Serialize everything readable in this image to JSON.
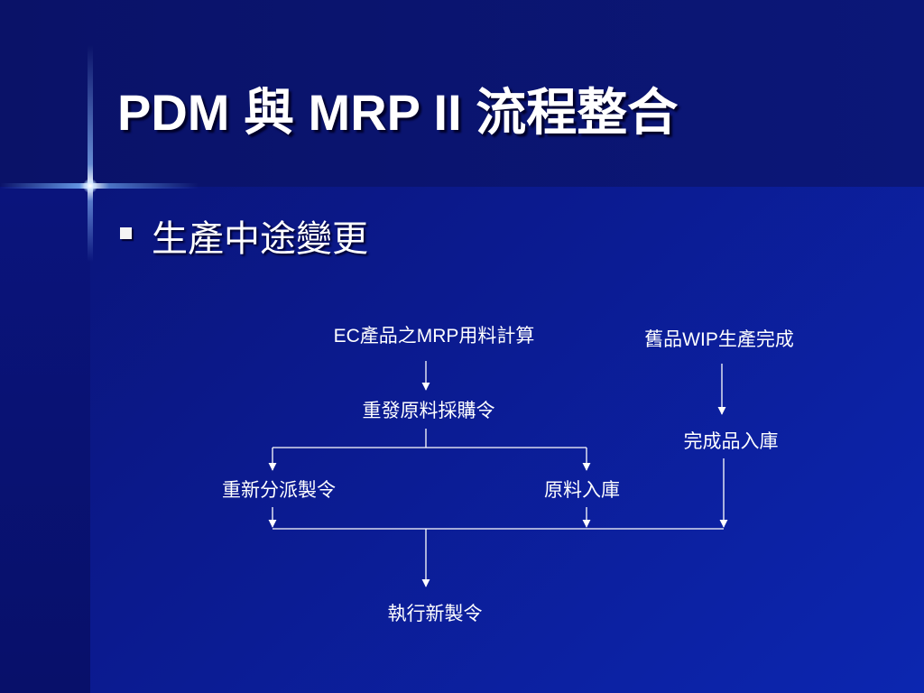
{
  "slide": {
    "title": "PDM 與 MRP II 流程整合",
    "bullet": "生產中途變更"
  },
  "diagram": {
    "nodes": {
      "ec_mrp": "EC產品之MRP用料計算",
      "old_wip": "舊品WIP生產完成",
      "reissue_po": "重發原料採購令",
      "finished_storage": "完成品入庫",
      "reassign_order": "重新分派製令",
      "material_storage": "原料入庫",
      "execute_order": "執行新製令"
    }
  },
  "colors": {
    "background": "#0b1a8e",
    "text": "#ffffff",
    "connector": "#ffffff"
  }
}
